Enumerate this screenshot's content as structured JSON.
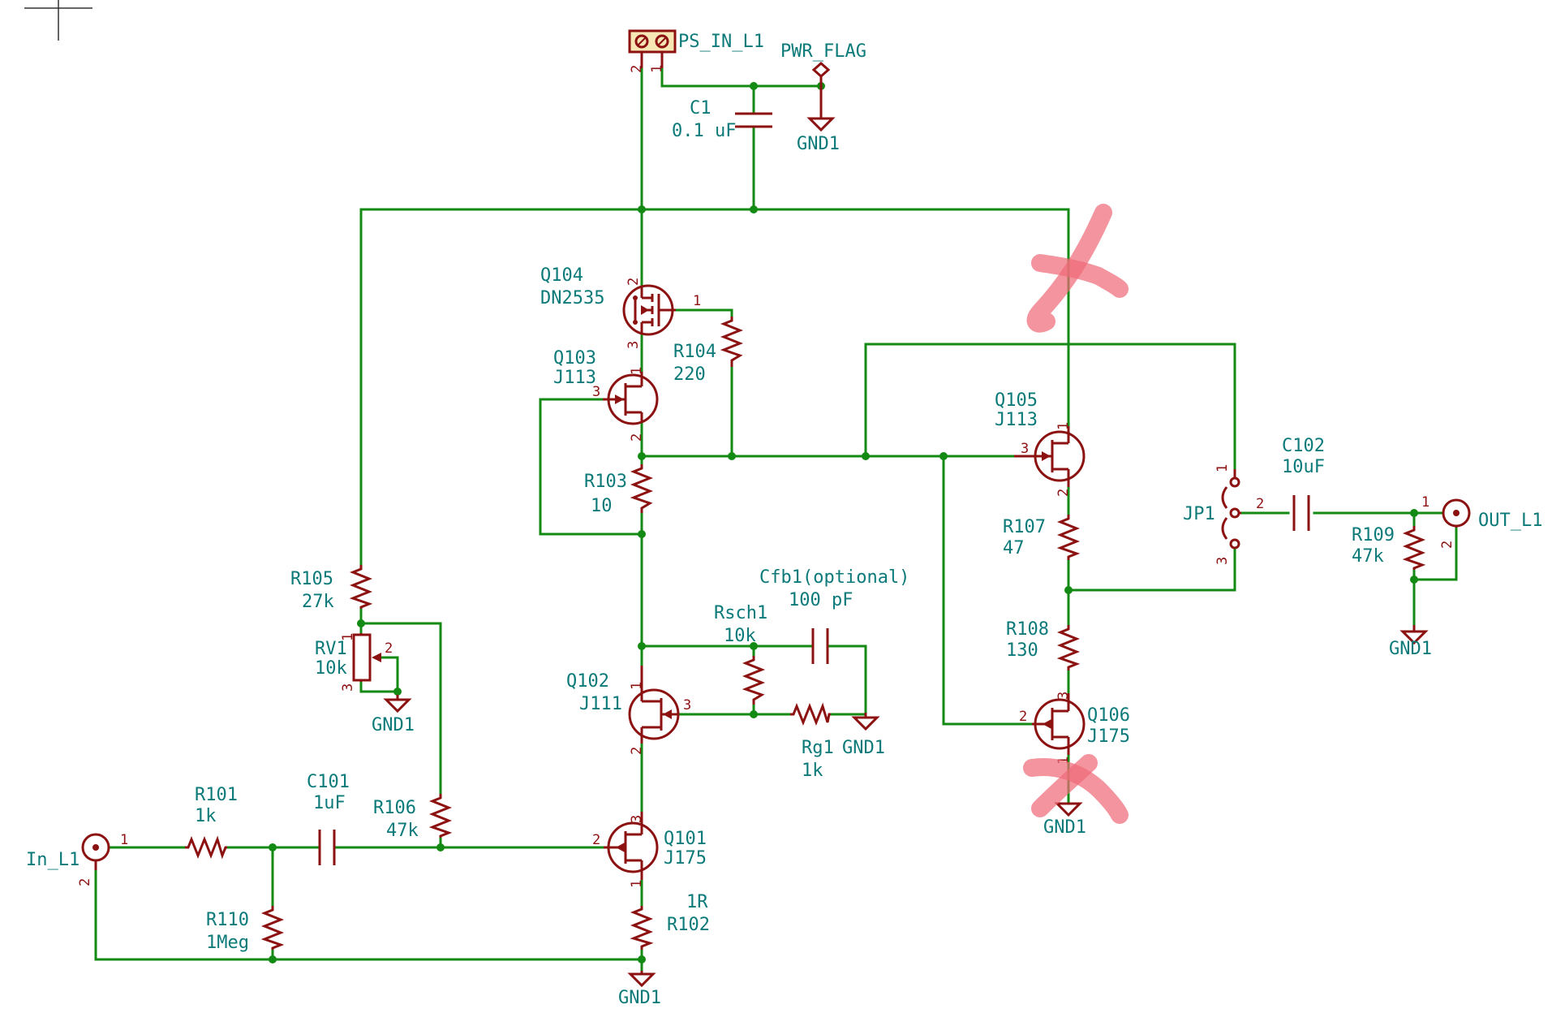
{
  "connectors": {
    "ps_in": {
      "ref": "PS_IN_L1",
      "pin1": "1",
      "pin2": "2"
    },
    "pwr_flag": "PWR_FLAG",
    "in": {
      "ref": "In_L1",
      "pin1": "1",
      "pin2": "2"
    },
    "out": {
      "ref": "OUT_L1",
      "pin1": "1",
      "pin2": "2"
    },
    "jp1": {
      "ref": "JP1",
      "pin1": "1",
      "pin2": "2",
      "pin3": "3"
    }
  },
  "gnd_label": "GND1",
  "capacitors": {
    "c1": {
      "ref": "C1",
      "value": "0.1 uF"
    },
    "c101": {
      "ref": "C101",
      "value": "1uF"
    },
    "c102": {
      "ref": "C102",
      "value": "10uF"
    },
    "cfb1": {
      "ref": "Cfb1(optional)",
      "value": "100 pF"
    }
  },
  "resistors": {
    "r101": {
      "ref": "R101",
      "value": "1k"
    },
    "r102": {
      "ref": "R102",
      "value": "1R"
    },
    "r103": {
      "ref": "R103",
      "value": "10"
    },
    "r104": {
      "ref": "R104",
      "value": "220"
    },
    "r105": {
      "ref": "R105",
      "value": "27k"
    },
    "r106": {
      "ref": "R106",
      "value": "47k"
    },
    "r107": {
      "ref": "R107",
      "value": "47"
    },
    "r108": {
      "ref": "R108",
      "value": "130"
    },
    "r109": {
      "ref": "R109",
      "value": "47k"
    },
    "r110": {
      "ref": "R110",
      "value": "1Meg"
    },
    "rsch1": {
      "ref": "Rsch1",
      "value": "10k"
    },
    "rg1": {
      "ref": "Rg1",
      "value": "1k"
    },
    "rv1": {
      "ref": "RV1",
      "value": "10k",
      "pin1": "1",
      "pin2": "2",
      "pin3": "3"
    }
  },
  "transistors": {
    "q101": {
      "ref": "Q101",
      "value": "J175",
      "pin1": "1",
      "pin2": "2",
      "pin3": "3"
    },
    "q102": {
      "ref": "Q102",
      "value": "J111",
      "pin1": "1",
      "pin2": "2",
      "pin3": "3"
    },
    "q103": {
      "ref": "Q103",
      "value": "J113",
      "pin1": "1",
      "pin2": "2",
      "pin3": "3"
    },
    "q104": {
      "ref": "Q104",
      "value": "DN2535",
      "pin1": "1",
      "pin2": "2",
      "pin3": "3"
    },
    "q105": {
      "ref": "Q105",
      "value": "J113",
      "pin1": "1",
      "pin2": "2",
      "pin3": "3"
    },
    "q106": {
      "ref": "Q106",
      "value": "J175",
      "pin1": "1",
      "pin2": "2",
      "pin3": "3"
    }
  },
  "colors": {
    "wire": "#138a13",
    "component": "#8c1111",
    "label": "#0d7a7a",
    "annotation": "#ee6b78"
  }
}
